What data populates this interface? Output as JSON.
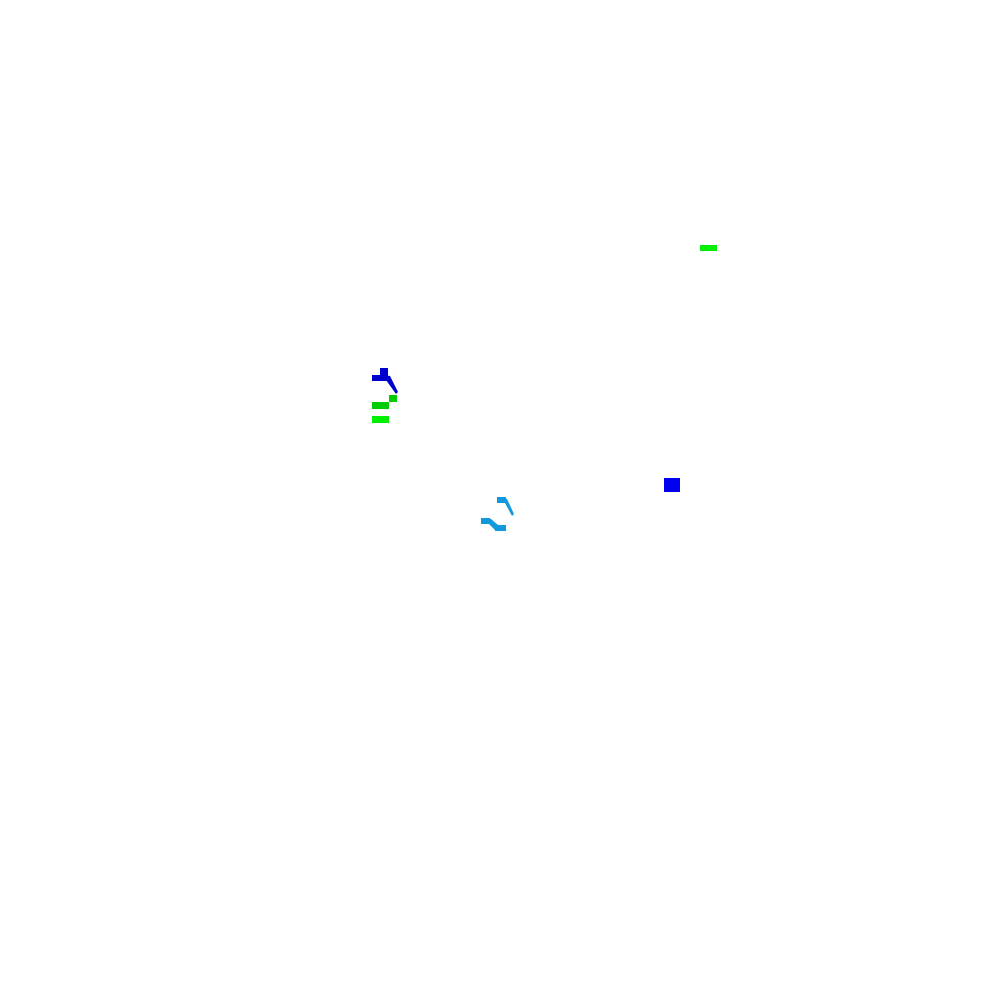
{
  "canvas": {
    "background": "#ffffff"
  },
  "colors": {
    "bright_green": "#00ee00",
    "green": "#00cc00",
    "blue": "#0000ee",
    "dark_blue": "#0000cc",
    "sky_blue": "#1199dd"
  },
  "fragments": [
    {
      "name": "top-right-green-dash",
      "color": "bright_green"
    },
    {
      "name": "left-blue-hook",
      "color": "dark_blue"
    },
    {
      "name": "left-green-dashes",
      "color": "green"
    },
    {
      "name": "center-blue-square",
      "color": "blue"
    },
    {
      "name": "center-sky-blue-curve",
      "color": "sky_blue"
    }
  ]
}
